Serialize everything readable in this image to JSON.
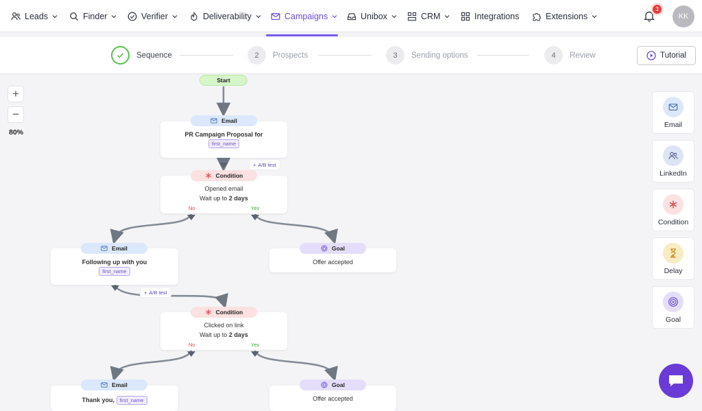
{
  "nav": {
    "items": [
      {
        "label": "Leads",
        "icon": "leads-icon"
      },
      {
        "label": "Finder",
        "icon": "search-icon"
      },
      {
        "label": "Verifier",
        "icon": "check-circle-icon"
      },
      {
        "label": "Deliverability",
        "icon": "flame-icon"
      },
      {
        "label": "Campaigns",
        "icon": "mail-icon"
      },
      {
        "label": "Unibox",
        "icon": "inbox-icon"
      },
      {
        "label": "CRM",
        "icon": "crm-icon"
      },
      {
        "label": "Integrations",
        "icon": "grid-icon"
      },
      {
        "label": "Extensions",
        "icon": "puzzle-icon"
      }
    ],
    "active": "Campaigns",
    "notification_count": "3",
    "avatar_initials": "KK",
    "accent_color": "#7a5af0"
  },
  "steps": {
    "items": [
      {
        "num": "1",
        "label": "Sequence",
        "done": true
      },
      {
        "num": "2",
        "label": "Prospects"
      },
      {
        "num": "3",
        "label": "Sending options"
      },
      {
        "num": "4",
        "label": "Review"
      }
    ],
    "tutorial_label": "Tutorial"
  },
  "zoom": {
    "plus": "+",
    "minus": "−",
    "level": "80%"
  },
  "flow": {
    "start": "Start",
    "email_label": "Email",
    "condition_label": "Condition",
    "goal_label": "Goal",
    "ab_test": "A/B test",
    "no": "No",
    "yes": "Yes",
    "wait_prefix": "Wait up to",
    "wait_value": "2 days",
    "variable": "first_name",
    "email1_subject": "PR Campaign Proposal  for",
    "condition1_text": "Opened email",
    "email2_subject": "Following up with you",
    "goal1_text": "Offer accepted",
    "condition2_text": "Clicked on link",
    "email3_subject": "Thank you,",
    "goal2_text": "Offer accepted"
  },
  "palette": [
    {
      "label": "Email",
      "icon": "mail-icon",
      "color": "#dbe8fb"
    },
    {
      "label": "LinkedIn",
      "icon": "people-icon",
      "color": "#dde4f5"
    },
    {
      "label": "Condition",
      "icon": "asterisk-icon",
      "color": "#fbe1e1"
    },
    {
      "label": "Delay",
      "icon": "hourglass-icon",
      "color": "#f8ecc2"
    },
    {
      "label": "Goal",
      "icon": "target-icon",
      "color": "#e4defa"
    }
  ]
}
